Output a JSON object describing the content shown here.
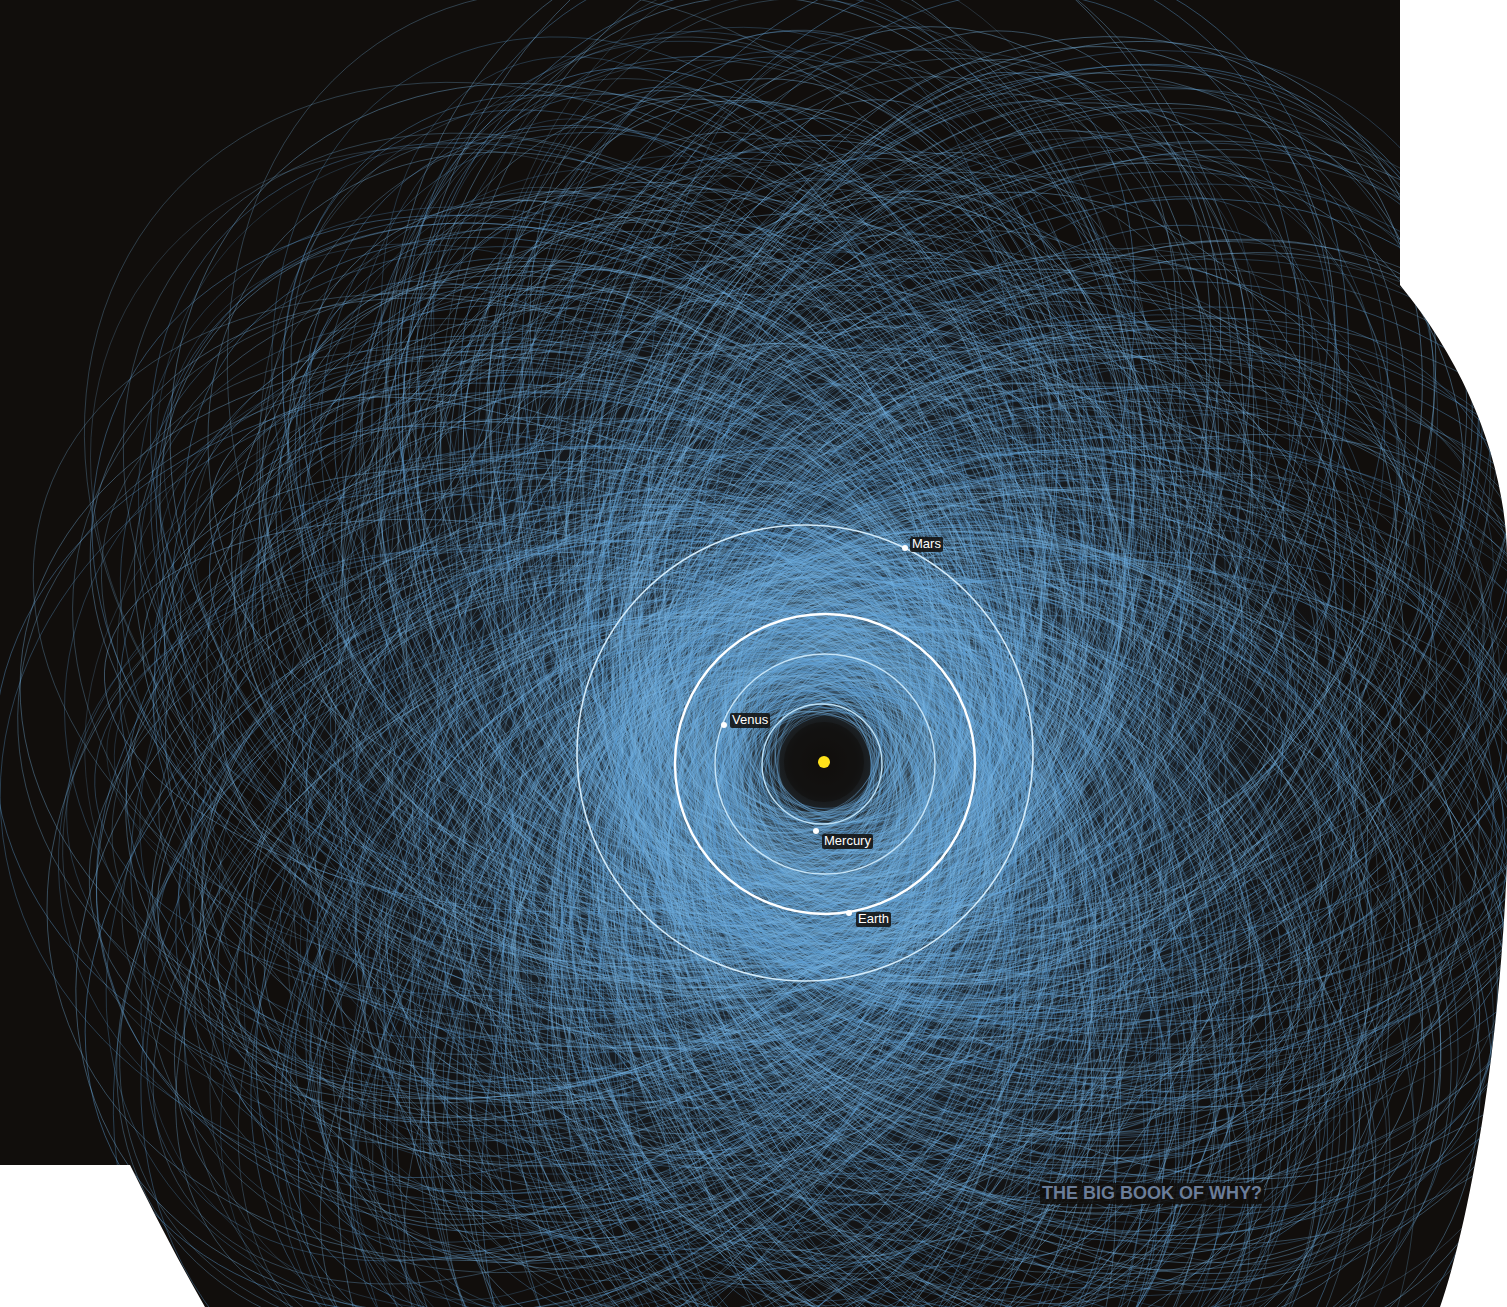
{
  "diagram": {
    "labels": [
      "Mars",
      "Venus",
      "Mercury",
      "Earth",
      "THE BIG BOOK OF WHY?"
    ]
  }
}
